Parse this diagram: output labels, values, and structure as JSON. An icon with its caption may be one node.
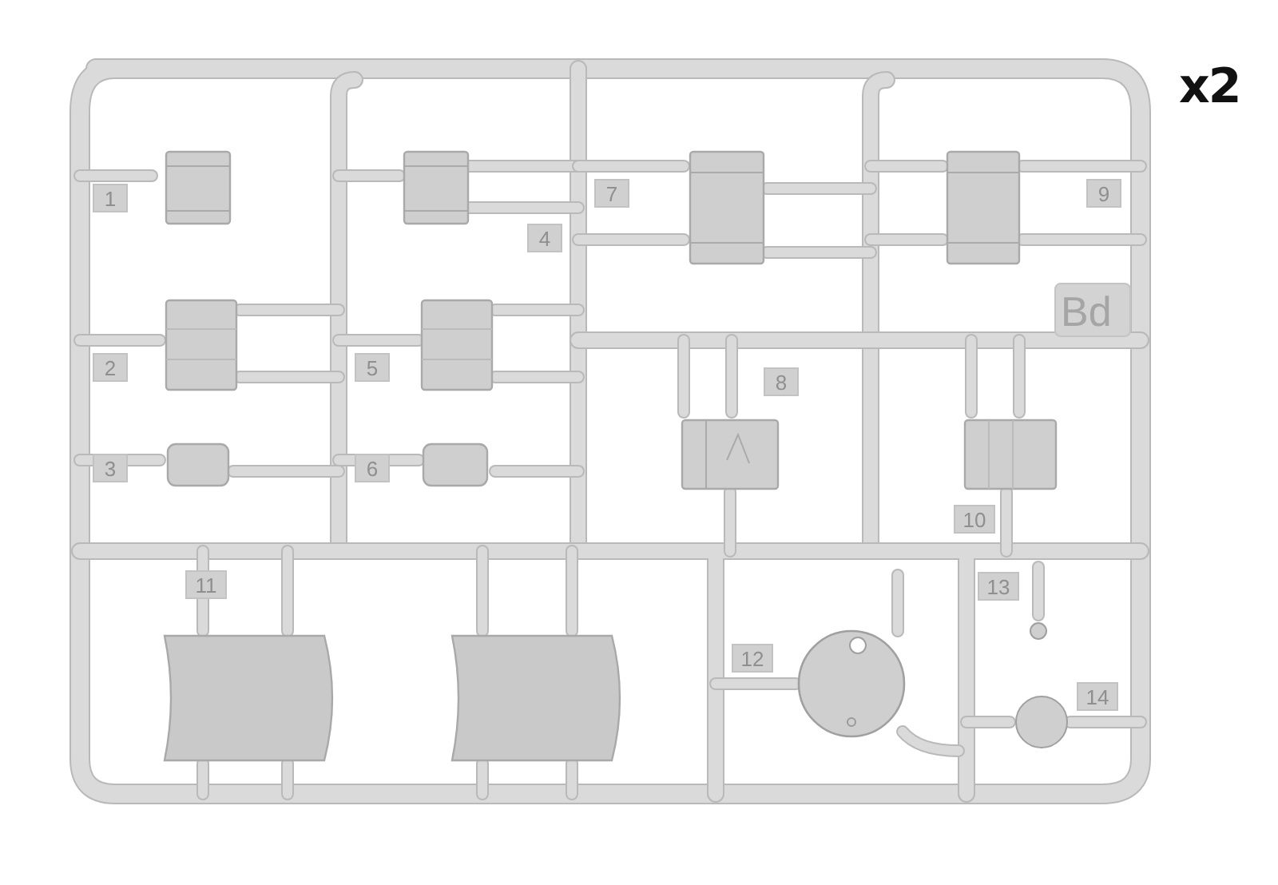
{
  "diagram": {
    "labels": [
      "x2",
      "1",
      "7",
      "9",
      "4",
      "Bd",
      "2",
      "5",
      "8",
      "3",
      "6",
      "10",
      "11",
      "13",
      "12",
      "14"
    ]
  }
}
